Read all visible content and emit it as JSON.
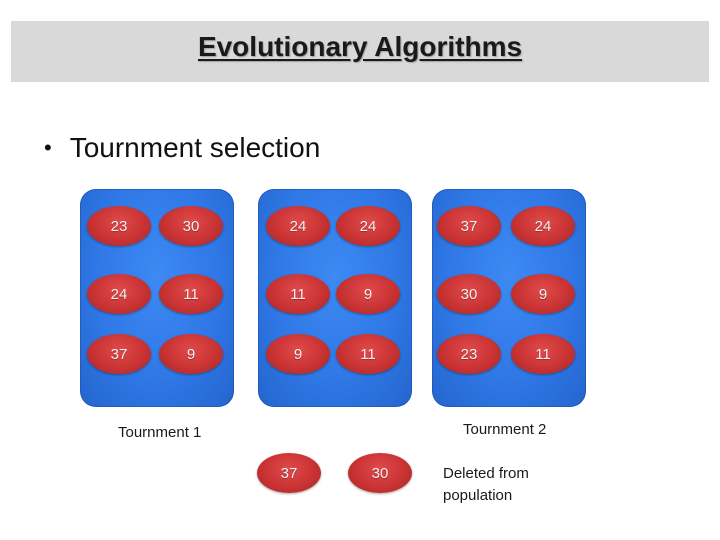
{
  "slide": {
    "title": "Evolutionary Algorithms",
    "bullet": "Tournment selection"
  },
  "panels": [
    {
      "values": [
        "23",
        "30",
        "24",
        "11",
        "37",
        "9"
      ]
    },
    {
      "values": [
        "24",
        "24",
        "11",
        "9",
        "9",
        "11"
      ]
    },
    {
      "values": [
        "37",
        "24",
        "30",
        "9",
        "23",
        "11"
      ]
    }
  ],
  "labels": {
    "tournament1": "Tournment 1",
    "tournament2": "Tournment 2",
    "deleted": "Deleted from population"
  },
  "selected": [
    "37",
    "30"
  ],
  "colors": {
    "panel": "#2f78e6",
    "ball": "#cc3535",
    "title_bar": "#d9d9d9"
  }
}
